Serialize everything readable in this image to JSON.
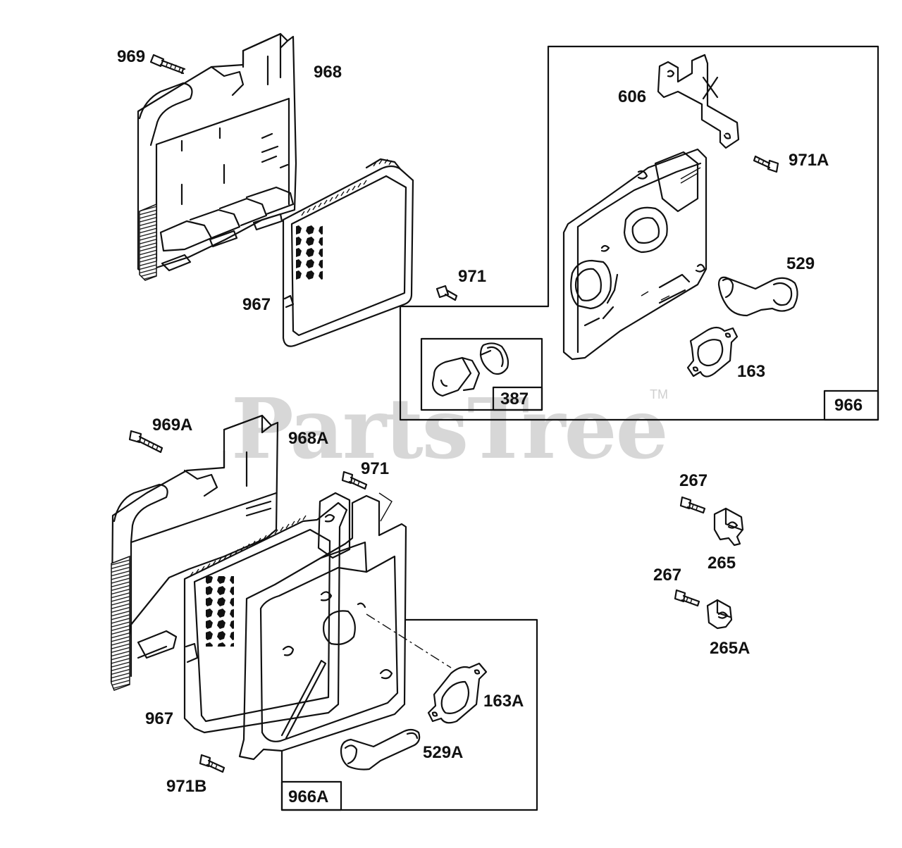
{
  "watermark": {
    "text": "PartsTree",
    "trademark": "TM"
  },
  "labels": {
    "p969": "969",
    "p968": "968",
    "p967_top": "967",
    "p971_top": "971",
    "p606": "606",
    "p971A": "971A",
    "p529": "529",
    "p163": "163",
    "p969A": "969A",
    "p968A": "968A",
    "p971_mid": "971",
    "p267_a": "267",
    "p265": "265",
    "p267_b": "267",
    "p265A": "265A",
    "p967_bot": "967",
    "p163A": "163A",
    "p529A": "529A",
    "p971B": "971B"
  },
  "boxes": {
    "kit966": "966",
    "kit387": "387",
    "kit966A": "966A"
  }
}
